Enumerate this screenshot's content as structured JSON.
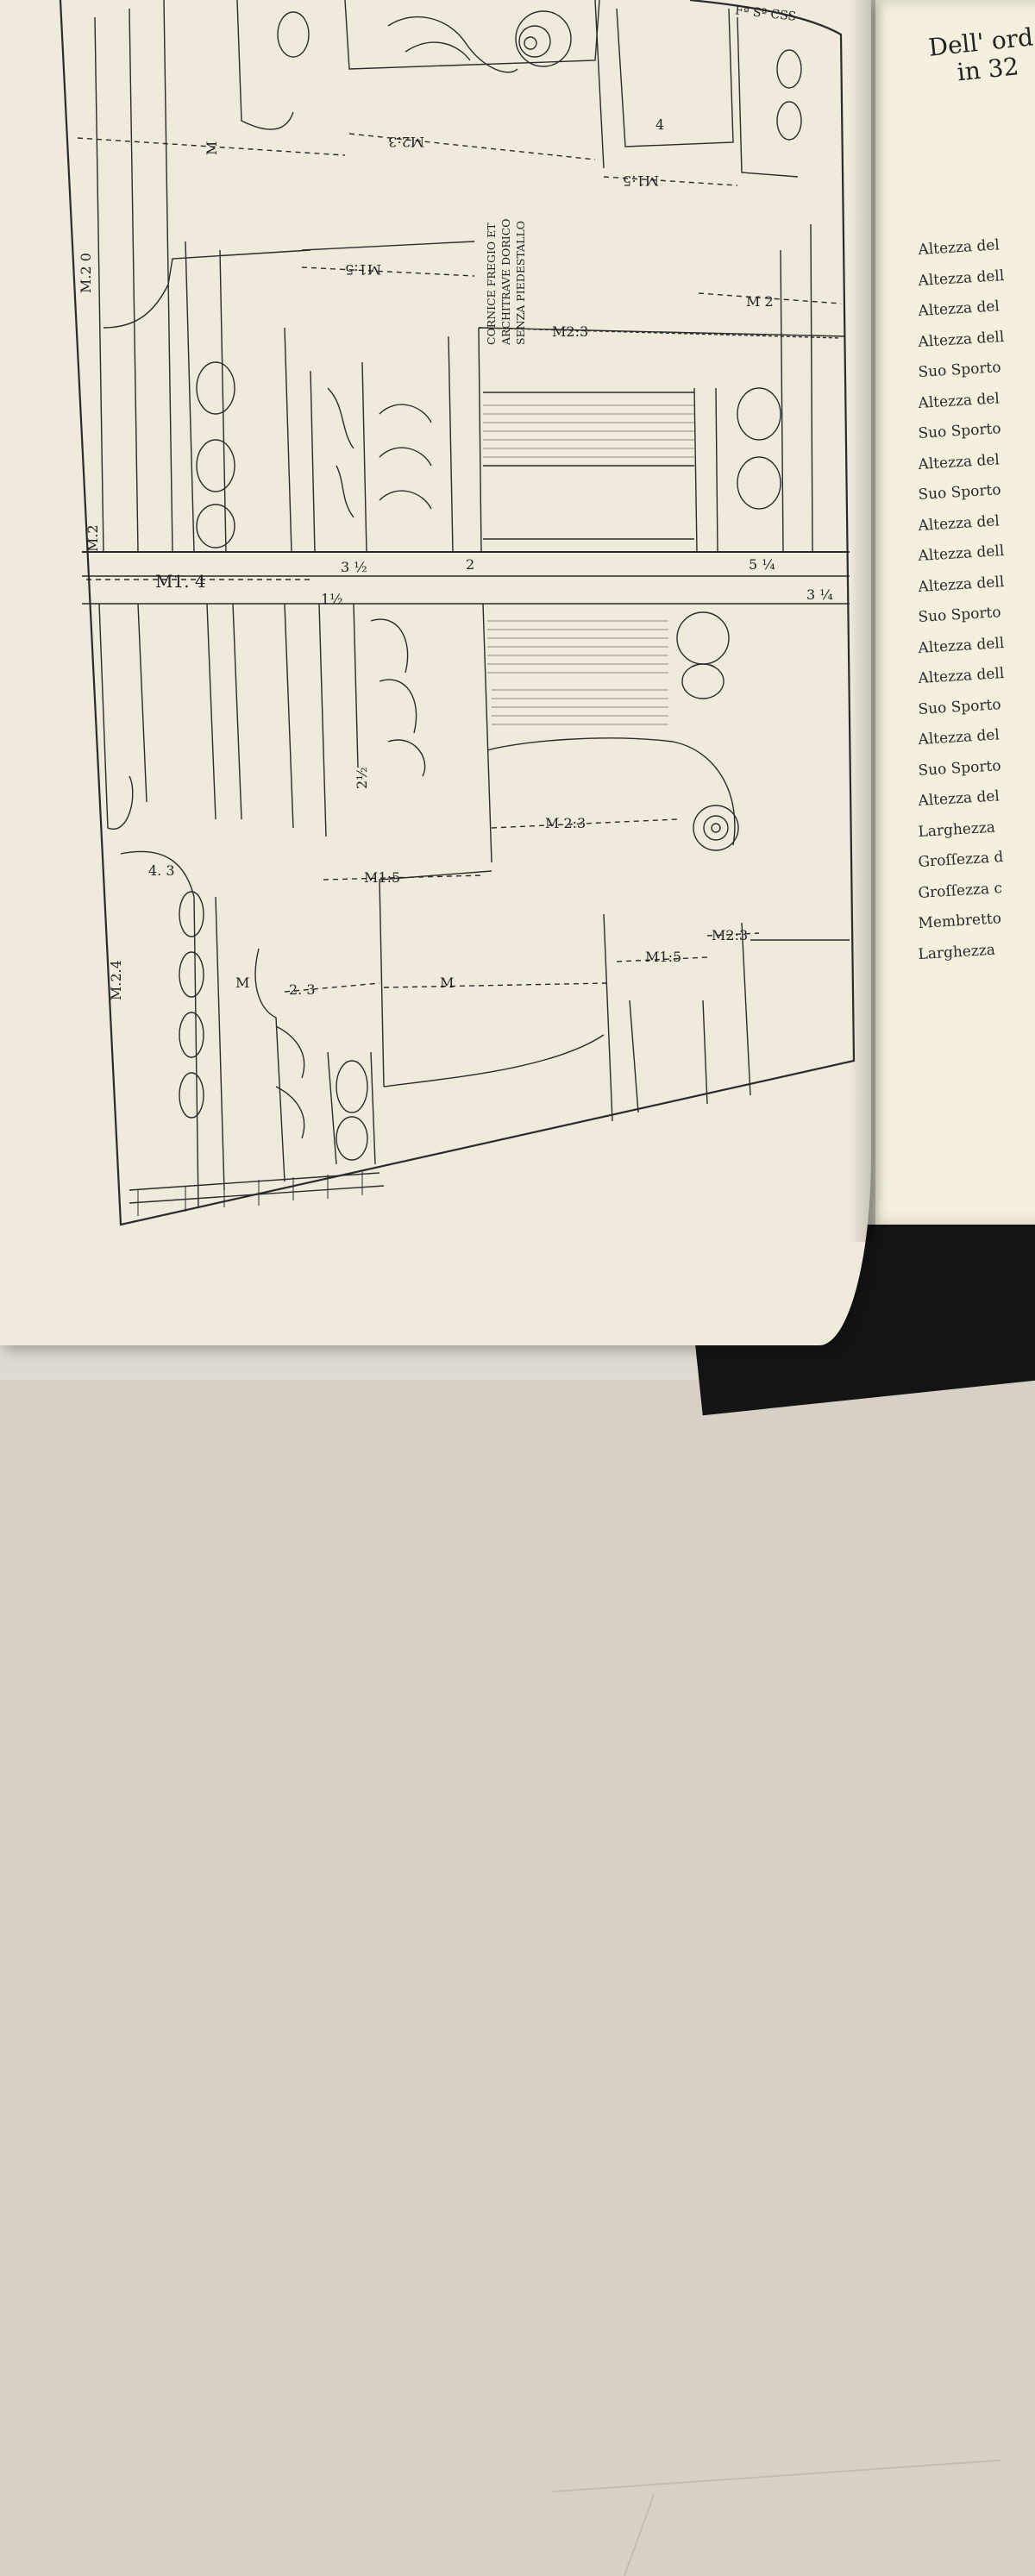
{
  "right_page": {
    "heading_line1": "Dell' ord",
    "heading_line2": "in 32",
    "rows": [
      "Altezza del",
      "Altezza dell",
      "Altezza del",
      "Altezza dell",
      "Suo Sporto",
      "Altezza del",
      "Suo Sporto",
      "Altezza del",
      "Suo Sporto",
      "Altezza del",
      "Altezza dell",
      "Altezza dell",
      "Suo Sporto",
      "Altezza dell",
      "Altezza dell",
      "Suo Sporto",
      "Altezza del",
      "Suo Sporto",
      "Altezza del",
      "Larghezza",
      "Groſſezza d",
      "Groſſezza c",
      "Membretto",
      "Larghezza"
    ]
  },
  "plate": {
    "title_lines": [
      "CORNICE FREGIO ET",
      "ARCHITRAVE DORICO",
      "SENZA PIEDESTALLO"
    ],
    "top_label": "Fª Sª CSS",
    "dimensions": {
      "m2_3_a": "M2:3",
      "m2_3_b": "M2:3",
      "m2_3_c": "M 2:3",
      "m1_4": "M1. 4",
      "m1_5_a": "M1:5",
      "m1_5_b": "M1:5",
      "m1_5_c": "M1:5",
      "m1_5_d": "M1:5",
      "m2_3_d": "M2:3",
      "m2": "M 2",
      "m_2_3": "2. 3",
      "m_a": "M",
      "m_b": "M",
      "m_c": "M",
      "m2_4": "M.2.4",
      "m2_0": "M.2 0",
      "m_2": "M.2",
      "m4_3": "4. 3",
      "f3_1_2": "3 ½",
      "f2": "2",
      "f1_1_2": "1½",
      "f5_1_4": "5 ¼",
      "f3_1_4": "3 ¼",
      "f2_1_2": "2½",
      "f4": "4"
    }
  }
}
